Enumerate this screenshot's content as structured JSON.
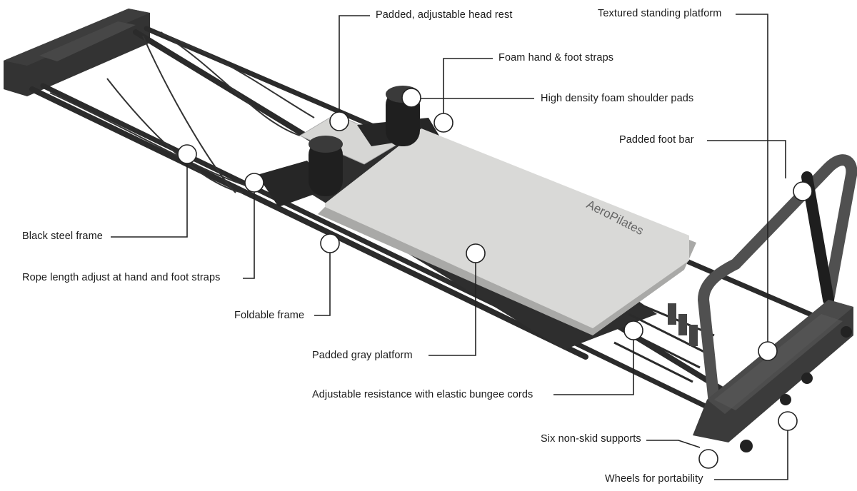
{
  "product": {
    "brand_text": "AeroPilates"
  },
  "callouts": {
    "head_rest": "Padded, adjustable head rest",
    "standing_platform": "Textured standing platform",
    "foam_straps": "Foam hand & foot straps",
    "shoulder_pads": "High density foam shoulder pads",
    "foot_bar": "Padded foot bar",
    "steel_frame": "Black steel frame",
    "rope_adjust": "Rope length adjust at hand and foot straps",
    "foldable_frame": "Foldable frame",
    "gray_platform": "Padded gray platform",
    "bungee_cords": "Adjustable resistance with elastic bungee cords",
    "non_skid": "Six non-skid supports",
    "wheels": "Wheels for portability"
  },
  "colors": {
    "frame_black": "#2b2b2b",
    "platform_gray": "#d9d9d7",
    "platform_edge": "#a9a9a7",
    "foam_black": "#1f1f1f",
    "callout_line": "#222222"
  }
}
